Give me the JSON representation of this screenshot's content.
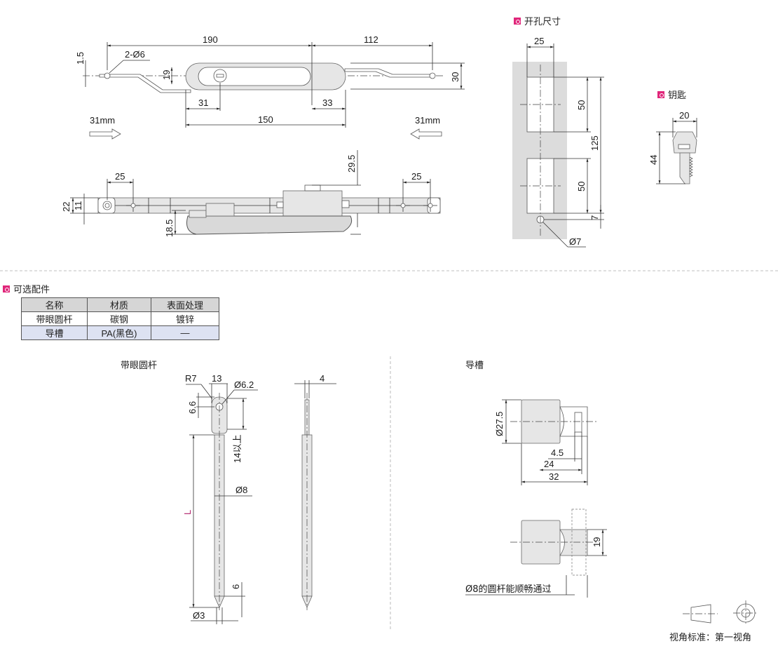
{
  "sections": {
    "cutout": "开孔尺寸",
    "key": "钥匙",
    "options": "可选配件"
  },
  "top_view": {
    "dims": {
      "d190": "190",
      "d112": "112",
      "d1_5": "1.5",
      "hole": "2-Ø6",
      "d19": "19",
      "d30": "30",
      "d31": "31",
      "d33": "33",
      "d150": "150"
    },
    "travel_left": "31mm",
    "travel_right": "31mm"
  },
  "side_view": {
    "dims": {
      "d25_left": "25",
      "d25_right": "25",
      "d29_5": "29.5",
      "d22": "22",
      "d11": "11",
      "d18_5": "18.5"
    }
  },
  "cutout_view": {
    "dims": {
      "d25": "25",
      "d50_top": "50",
      "d125": "125",
      "d50_bottom": "50",
      "d7": "7",
      "hole": "Ø7"
    }
  },
  "key_view": {
    "dims": {
      "d20": "20",
      "d44": "44"
    }
  },
  "options_table": {
    "headers": [
      "名称",
      "材质",
      "表面处理"
    ],
    "rows": [
      [
        "带眼圆杆",
        "碳钢",
        "镀锌"
      ],
      [
        "导槽",
        "PA(黑色)",
        "—"
      ]
    ]
  },
  "rod_view": {
    "title": "带眼圆杆",
    "dims": {
      "r7": "R7",
      "d13": "13",
      "d6_2": "Ø6.2",
      "d4": "4",
      "d6_6": "6.6",
      "d14": "14以上",
      "d8": "Ø8",
      "L": "L",
      "d6": "6",
      "d3": "Ø3"
    }
  },
  "guide_view": {
    "title": "导槽",
    "dims": {
      "d27_5": "Ø27.5",
      "d4_5": "4.5",
      "d24": "24",
      "d32": "32",
      "d19": "19"
    },
    "note": "Ø8的圆杆能顺畅通过"
  },
  "projection": {
    "label": "视角标准：第一视角"
  }
}
